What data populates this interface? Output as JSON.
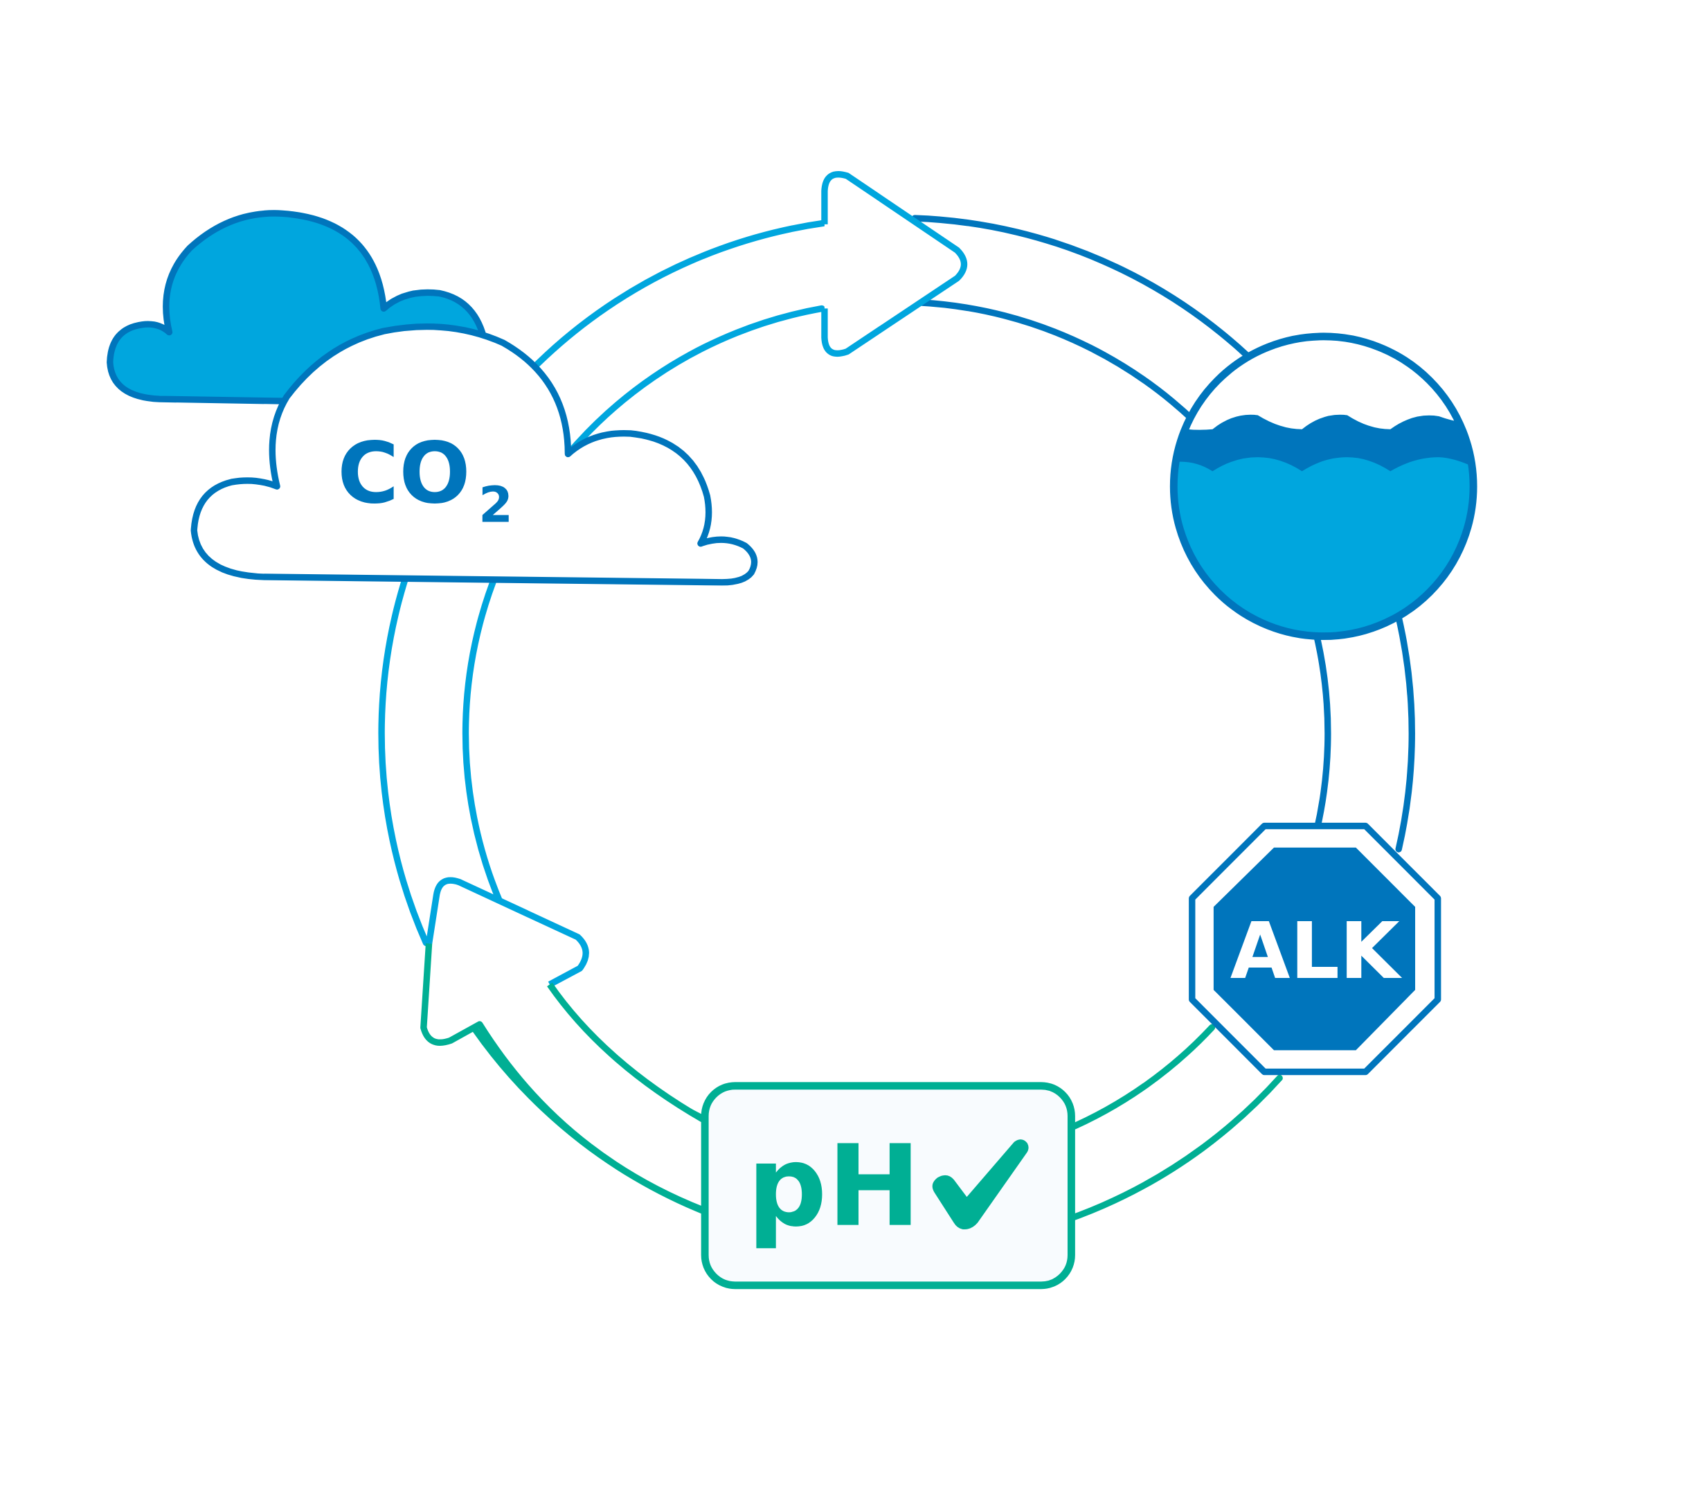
{
  "diagram": {
    "co2_label": "CO",
    "co2_subscript": "2",
    "alk_label": "ALK",
    "ph_label": "pH",
    "ph_status_icon": "checkmark-icon"
  },
  "colors": {
    "light_blue": "#00A6DE",
    "dark_blue": "#0075BC",
    "teal": "#00AF94",
    "box_fill": "#F8FBFE"
  }
}
